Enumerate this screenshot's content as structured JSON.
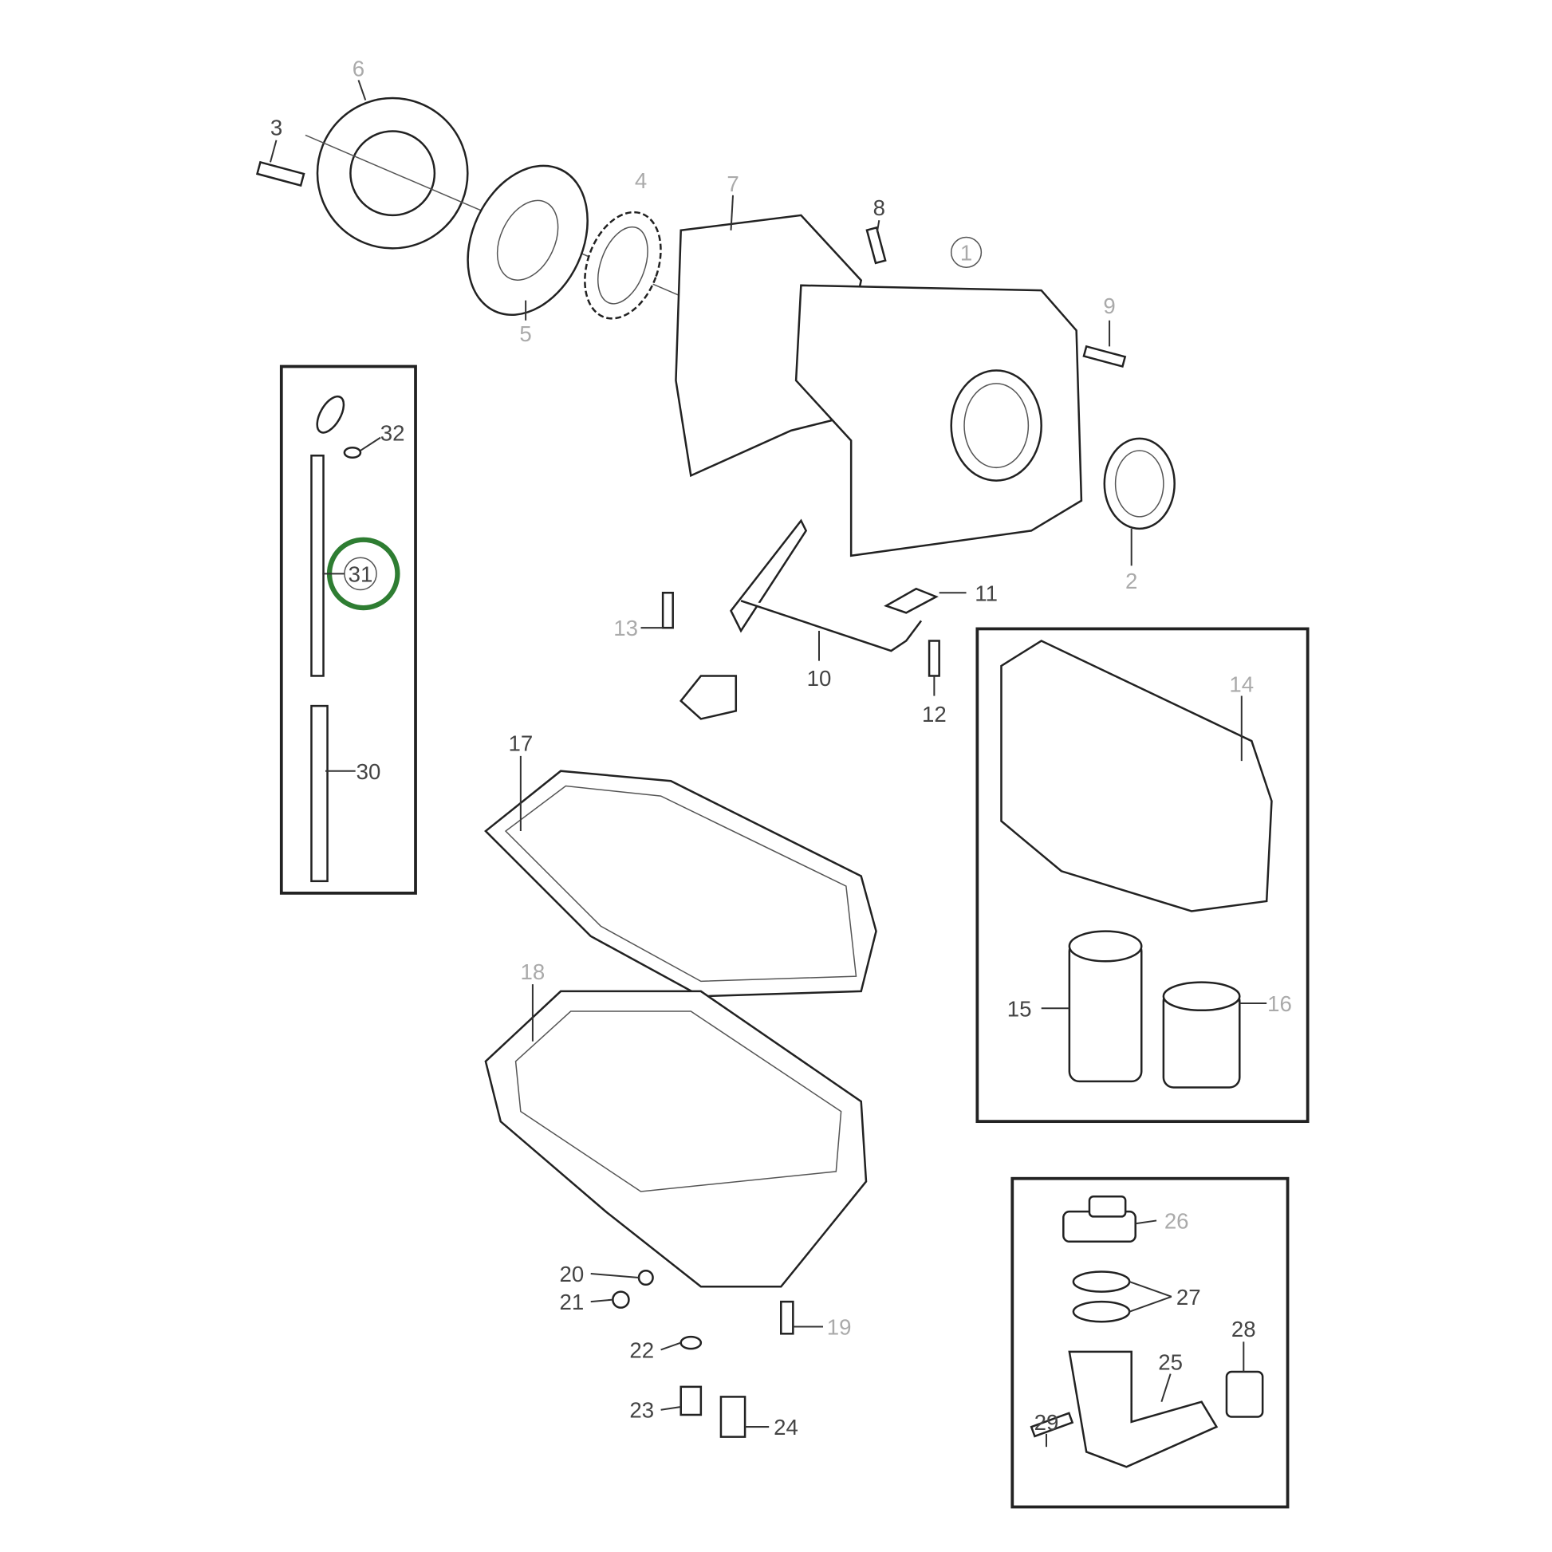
{
  "diagram": {
    "type": "exploded parts diagram",
    "highlight_color": "#2e7d32",
    "highlighted_part": "31",
    "callouts": {
      "p1": "1",
      "p2": "2",
      "p3": "3",
      "p4": "4",
      "p5": "5",
      "p6": "6",
      "p7": "7",
      "p8": "8",
      "p9": "9",
      "p10": "10",
      "p11": "11",
      "p12": "12",
      "p13": "13",
      "p14": "14",
      "p15": "15",
      "p16": "16",
      "p17": "17",
      "p18": "18",
      "p19": "19",
      "p20": "20",
      "p21": "21",
      "p22": "22",
      "p23": "23",
      "p24": "24",
      "p25": "25",
      "p26": "26",
      "p27": "27",
      "p28": "28",
      "p29": "29",
      "p30": "30",
      "p31": "31",
      "p32": "32"
    }
  }
}
